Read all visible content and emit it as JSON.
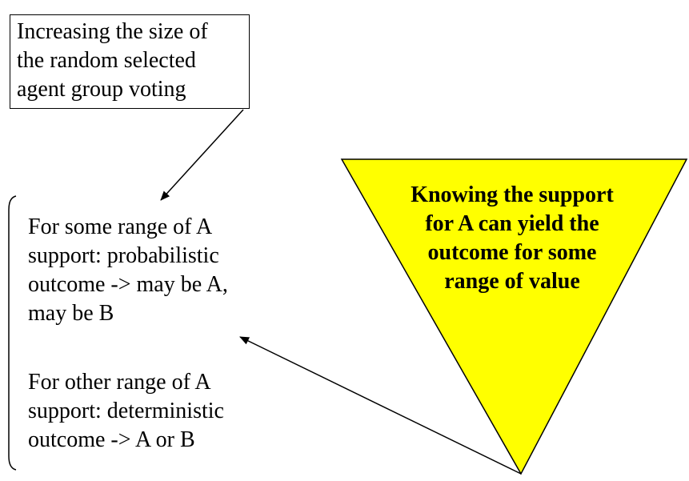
{
  "diagram": {
    "top_box": {
      "lines": [
        "Increasing the size of",
        "the random selected",
        "agent group voting"
      ]
    },
    "bracket_group": {
      "block_1": [
        "For some range of A",
        "support: probabilistic",
        "outcome -> may be A,",
        "may be B"
      ],
      "block_2": [
        "For other range of A",
        "support: deterministic",
        "outcome -> A or B"
      ]
    },
    "triangle": {
      "fill": "#ffff00",
      "lines": [
        "Knowing the support",
        "for A can yield the",
        "outcome for some",
        "range of value"
      ]
    }
  }
}
